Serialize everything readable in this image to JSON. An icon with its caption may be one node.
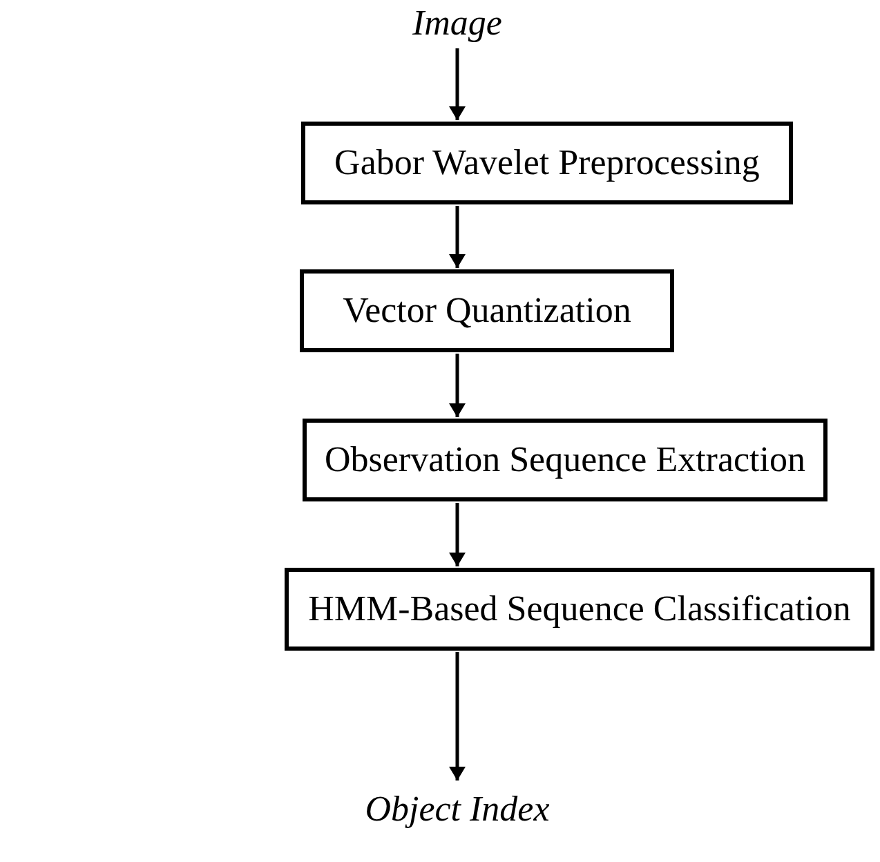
{
  "diagram": {
    "nodes": [
      {
        "text": [
          "Image"
        ]
      },
      {
        "text": [
          "Gabor Wavelet Preprocessing"
        ]
      },
      {
        "text": [
          "Vector Quantization"
        ]
      },
      {
        "text": [
          "Observation Sequence Extraction"
        ]
      },
      {
        "text": [
          "HMM-Based Sequence Classification"
        ]
      },
      {
        "text": [
          "Object Index"
        ]
      }
    ],
    "edges": [
      {
        "from": 0,
        "to": 1,
        "arrow": "to"
      },
      {
        "from": 1,
        "to": 2,
        "arrow": "to"
      },
      {
        "from": 2,
        "to": 3,
        "arrow": "to"
      },
      {
        "from": 3,
        "to": 4,
        "arrow": "to"
      },
      {
        "from": 4,
        "to": 5,
        "arrow": "to"
      }
    ]
  }
}
